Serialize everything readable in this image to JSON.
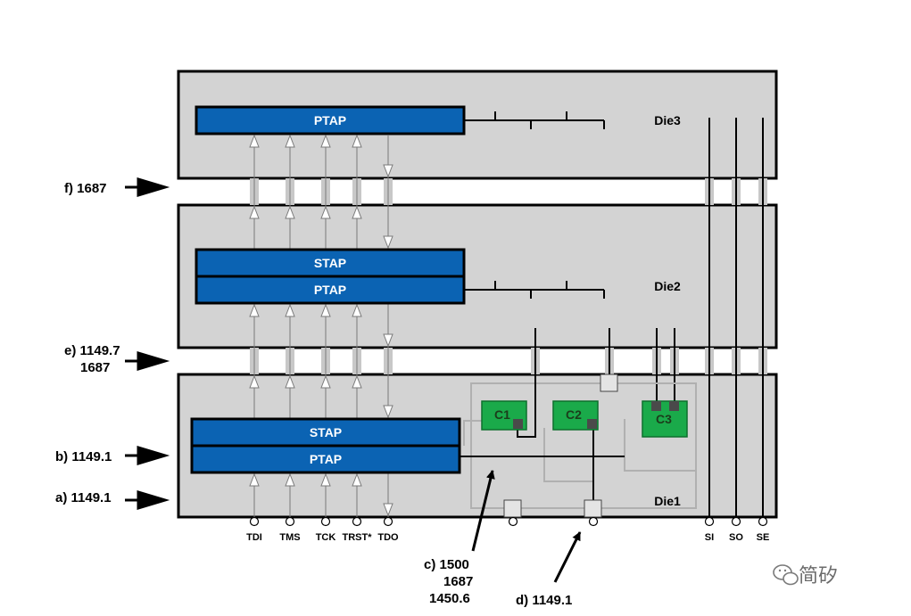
{
  "dies": {
    "die3": "Die3",
    "die2": "Die2",
    "die1": "Die1"
  },
  "taps": {
    "ptap": "PTAP",
    "stap": "STAP"
  },
  "cores": {
    "c1": "C1",
    "c2": "C2",
    "c3": "C3"
  },
  "pins_left": [
    "TDI",
    "TMS",
    "TCK",
    "TRST*",
    "TDO"
  ],
  "pins_right": [
    "SI",
    "SO",
    "SE"
  ],
  "labels": {
    "f": "f) 1687",
    "e_line1": "e) 1149.7",
    "e_line2": "1687",
    "b": "b) 1149.1",
    "a": "a) 1149.1",
    "c_line1": "c) 1500",
    "c_line2": "1687",
    "c_line3": "1450.6",
    "d": "d) 1149.1"
  },
  "watermark": {
    "text": "简矽",
    "icon": "wechat-icon"
  },
  "colors": {
    "die": "#d3d3d3",
    "tap": "#0b63b3",
    "core": "#1aaa4a",
    "wrapper": "#b0b0b0"
  }
}
